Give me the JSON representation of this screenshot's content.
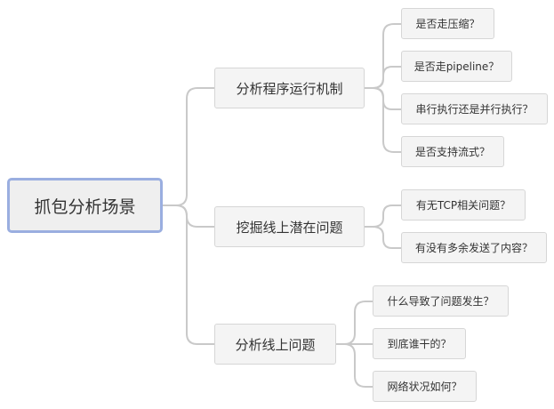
{
  "root": {
    "label": "抓包分析场景"
  },
  "branches": [
    {
      "label": "分析程序运行机制",
      "children": [
        "是否走压缩？",
        "是否走pipeline？",
        "串行执行还是并行执行？",
        "是否支持流式？"
      ]
    },
    {
      "label": "挖掘线上潜在问题",
      "children": [
        "有无TCP相关问题？",
        "有没有多余发送了内容？"
      ]
    },
    {
      "label": "分析线上问题",
      "children": [
        "什么导致了问题发生？",
        "到底谁干的？",
        "网络状况如何？"
      ]
    }
  ],
  "colors": {
    "connector": "#c9c9c9",
    "node_fill": "#f4f4f4",
    "node_border": "#d6d6d6",
    "root_border": "#9aaee0",
    "text": "#333333"
  }
}
